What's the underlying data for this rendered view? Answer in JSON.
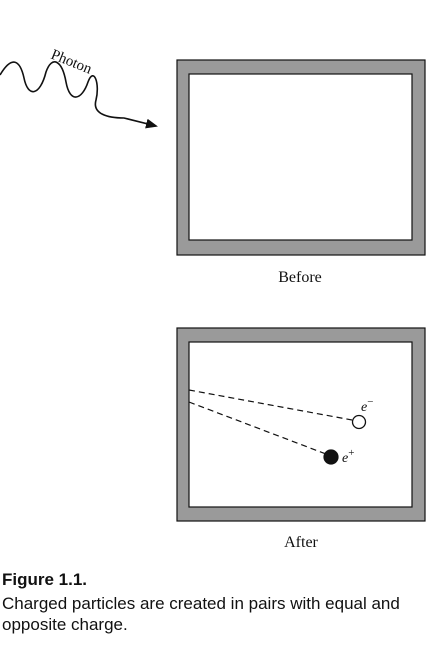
{
  "diagram": {
    "photon_label": "Photon",
    "before_label": "Before",
    "after_label": "After",
    "electron_label": "e",
    "electron_sign": "−",
    "positron_label": "e",
    "positron_sign": "+",
    "colors": {
      "frame_border": "#9a9a9a",
      "outline": "#111111",
      "background": "#ffffff"
    }
  },
  "caption": {
    "label": "Figure 1.1.",
    "text": "Charged particles are created in pairs with equal and opposite charge."
  }
}
